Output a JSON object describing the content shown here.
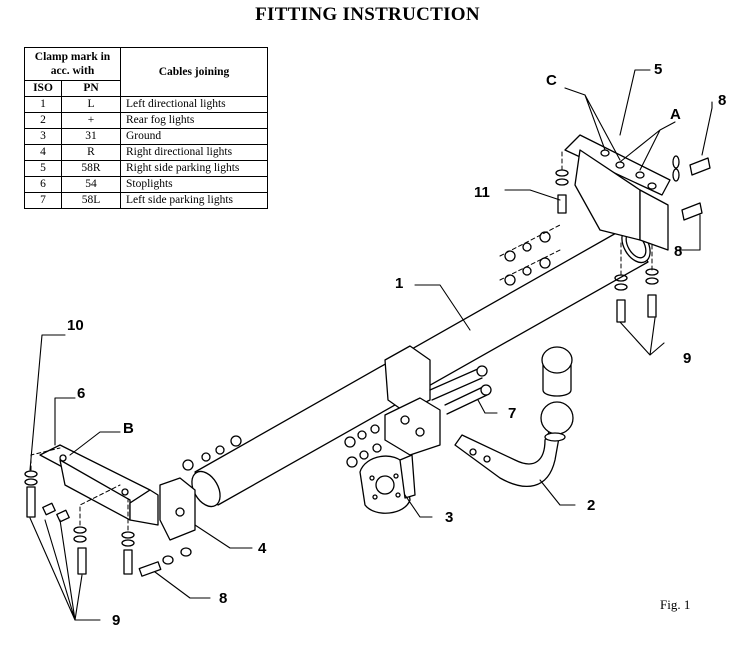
{
  "title": "FITTING INSTRUCTION",
  "table": {
    "header_clamp": "Clamp mark in acc. with",
    "header_iso": "ISO",
    "header_pn": "PN",
    "header_cables": "Cables joining",
    "rows": [
      {
        "iso": "1",
        "pn": "L",
        "cable": "Left directional lights"
      },
      {
        "iso": "2",
        "pn": "+",
        "cable": "Rear fog lights"
      },
      {
        "iso": "3",
        "pn": "31",
        "cable": "Ground"
      },
      {
        "iso": "4",
        "pn": "R",
        "cable": "Right directional lights"
      },
      {
        "iso": "5",
        "pn": "58R",
        "cable": "Right side parking lights"
      },
      {
        "iso": "6",
        "pn": "54",
        "cable": "Stoplights"
      },
      {
        "iso": "7",
        "pn": "58L",
        "cable": "Left side parking lights"
      }
    ]
  },
  "callouts": {
    "c1": "1",
    "c2": "2",
    "c3": "3",
    "c4": "4",
    "c5": "5",
    "c6": "6",
    "c7": "7",
    "c8a": "8",
    "c8b": "8",
    "c8c": "8",
    "c9a": "9",
    "c9b": "9",
    "c10": "10",
    "c11": "11",
    "cA": "A",
    "cB": "B",
    "cC": "C"
  },
  "figure_label": "Fig. 1"
}
